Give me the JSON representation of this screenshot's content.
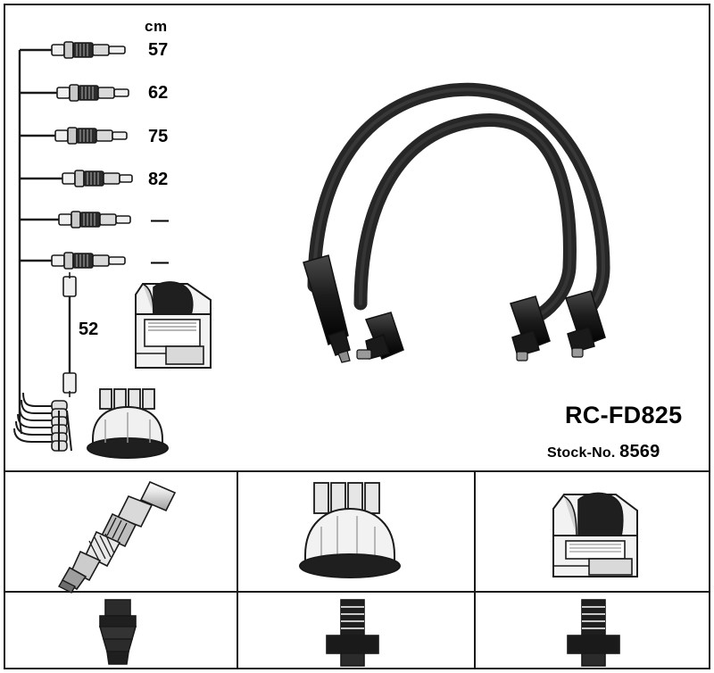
{
  "product": {
    "code": "RC-FD825",
    "stock_label": "Stock-No.",
    "stock_number": "8569"
  },
  "lengths": {
    "unit": "cm",
    "values": [
      "57",
      "62",
      "75",
      "82",
      "—",
      "—"
    ],
    "coil_lead": "52"
  },
  "legend": {
    "items": [
      {
        "name": "spark-plug-connector"
      },
      {
        "name": "distributor-cap-connector"
      },
      {
        "name": "ignition-coil-connector"
      }
    ]
  },
  "colors": {
    "line": "#1a1a1a",
    "cable": "#262626",
    "fill_light": "#f2f2f2",
    "fill_mid": "#d9d9d9",
    "fill_dark": "#8c8c8c"
  }
}
